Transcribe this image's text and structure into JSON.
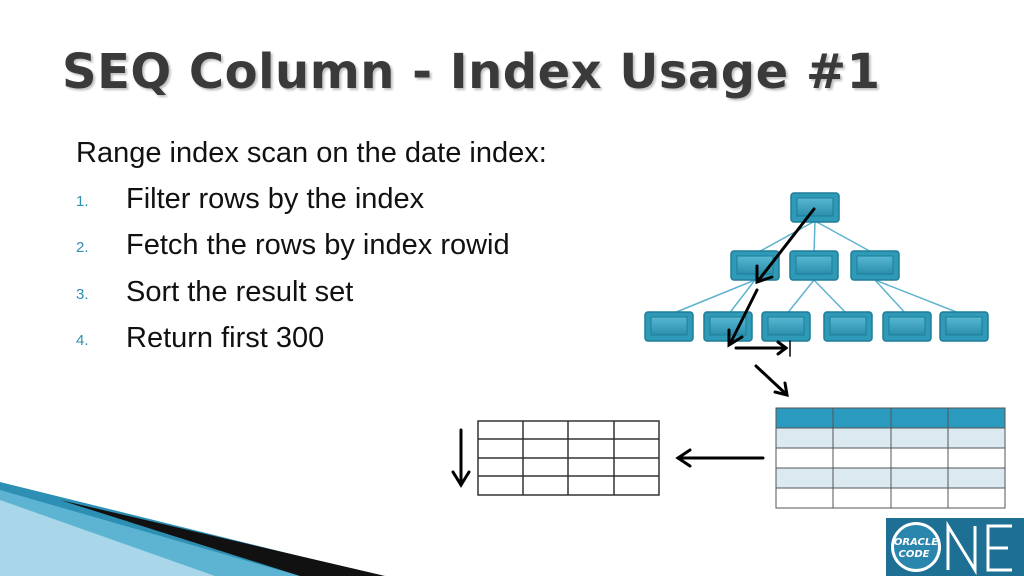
{
  "slide": {
    "title": "SEQ Column - Index Usage #1",
    "intro": "Range index scan on the date index:",
    "steps": [
      {
        "number": "1.",
        "text": "Filter rows by the index"
      },
      {
        "number": "2.",
        "text": "Fetch the rows by index rowid"
      },
      {
        "number": "3.",
        "text": "Sort the result set"
      },
      {
        "number": "4.",
        "text": "Return first 300"
      }
    ]
  },
  "logo": {
    "text_line1": "ORACLE",
    "text_line2": "CODE"
  },
  "colors": {
    "accent": "#2f9cc0",
    "node_fill": "#2e9ab8",
    "table_header": "#2a9bbf",
    "table_row_light": "#dbe9f1",
    "title_text": "#3a3a3a",
    "logo_bg": "#1d6f93"
  }
}
